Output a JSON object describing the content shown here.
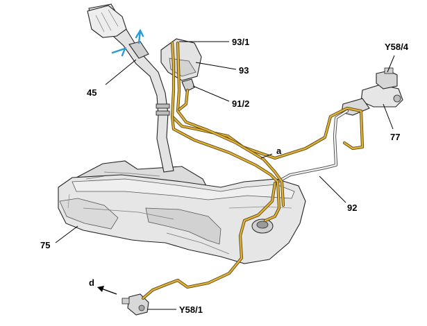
{
  "diagram": {
    "labels": {
      "filler_neck": "45",
      "vent_valve": "93/1",
      "activated_charcoal_canister": "93",
      "vent_line_connector": "91/2",
      "purge_valve": "Y58/4",
      "purge_valve_housing": "77",
      "line_a": "a",
      "line_92": "92",
      "fuel_tank": "75",
      "direction": "d",
      "shutoff_valve": "Y58/1"
    },
    "colors": {
      "pipe_highlight": "#e2b13a",
      "arrow_cyan": "#2a9bd6",
      "part_fill": "#e6e6e6"
    }
  }
}
